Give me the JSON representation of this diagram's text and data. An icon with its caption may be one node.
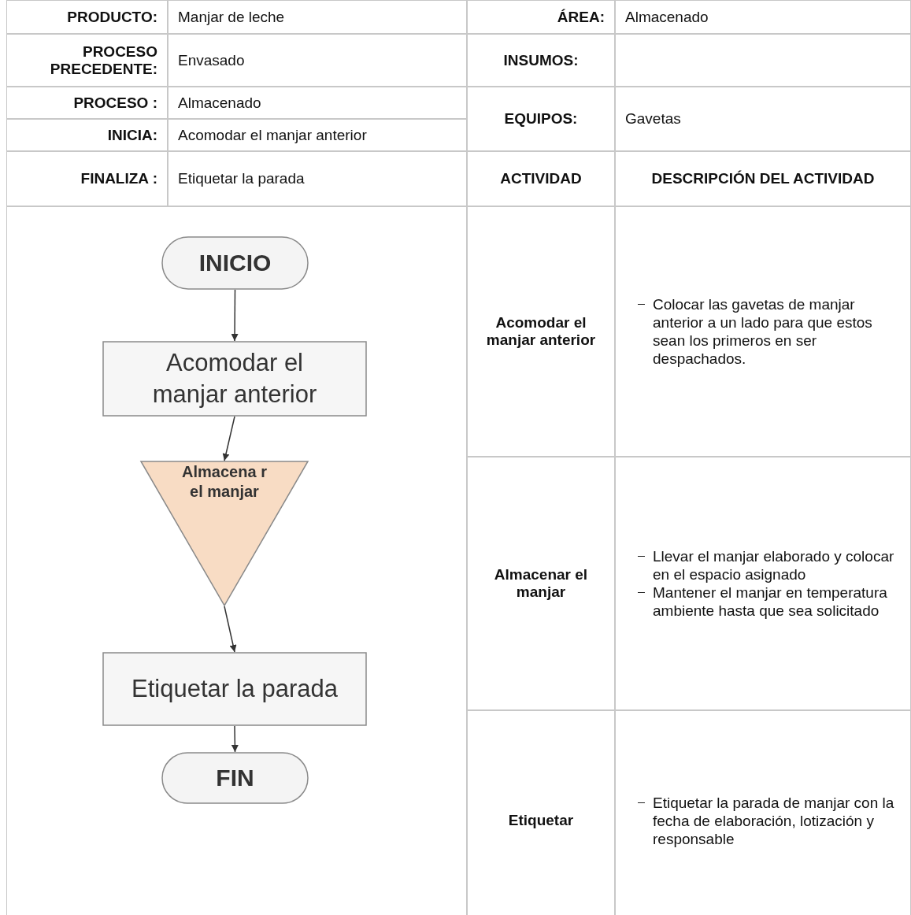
{
  "diagram": {
    "nodes": [
      {
        "text": [
          "INICIO"
        ]
      },
      {
        "text": [
          "Acomodar el manjar anterior"
        ]
      },
      {
        "text": [
          "Almacena r el manjar"
        ]
      },
      {
        "text": [
          "Etiquetar la parada"
        ]
      },
      {
        "text": [
          "FIN"
        ]
      }
    ],
    "edges": [
      {
        "from": 0,
        "to": 1,
        "arrow": "to"
      },
      {
        "from": 1,
        "to": 2,
        "arrow": "to"
      },
      {
        "from": 2,
        "to": 3,
        "arrow": "to"
      },
      {
        "from": 3,
        "to": 4,
        "arrow": "to"
      }
    ],
    "labels": [
      "PRODUCTO:",
      "Manjar de leche",
      "ÁREA:",
      "Almacenado",
      "PROCESO PRECEDENTE:",
      "Envasado",
      "INSUMOS:",
      "PROCESO :",
      "Almacenado",
      "EQUIPOS:",
      "Gavetas",
      "INICIA:",
      "Acomodar el manjar anterior",
      "FINALIZA :",
      "Etiquetar la parada",
      "ACTIVIDAD",
      "DESCRIPCIÓN DEL ACTIVIDAD",
      "Acomodar el manjar anterior",
      "Colocar las gavetas de manjar anterior a un lado para que estos sean los primeros en ser despachados.",
      "Almacenar el manjar",
      "Llevar el manjar elaborado y colocar en el espacio asignado",
      "Mantener el manjar en temperatura ambiente hasta que sea solicitado",
      "Etiquetar",
      "Etiquetar la parada de manjar con la fecha de elaboración, lotización y responsable"
    ]
  }
}
